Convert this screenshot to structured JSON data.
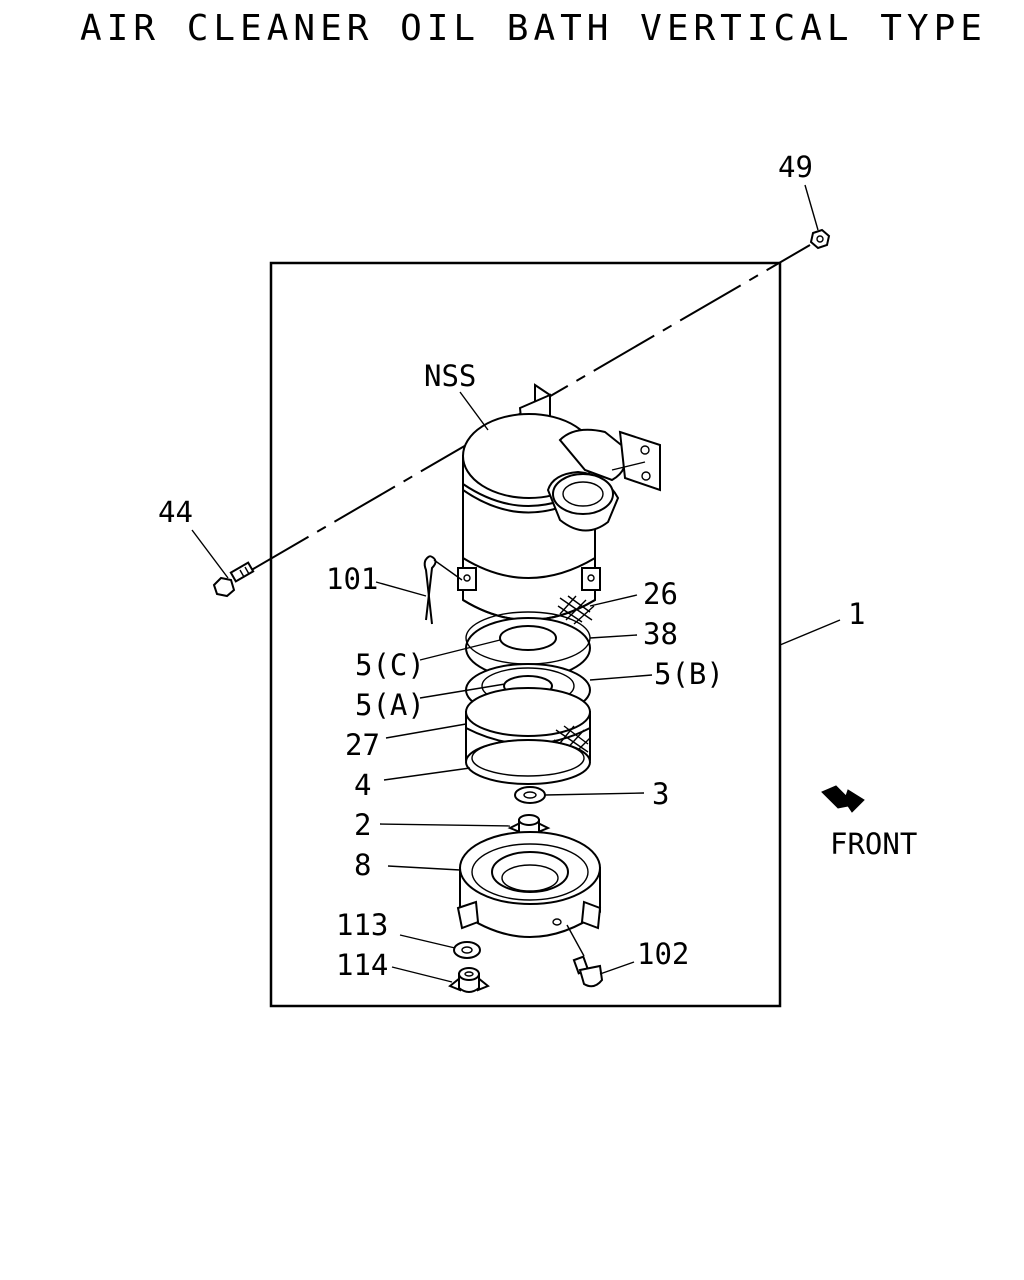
{
  "title": "AIR CLEANER OIL BATH VERTICAL TYPE",
  "direction_label": "FRONT",
  "callouts": {
    "c49": "49",
    "cNSS": "NSS",
    "c44": "44",
    "c101": "101",
    "c26": "26",
    "c38": "38",
    "c5c": "5(C)",
    "c5b": "5(B)",
    "c5a": "5(A)",
    "c27": "27",
    "c4": "4",
    "c3": "3",
    "c2": "2",
    "c8": "8",
    "c113": "113",
    "c114": "114",
    "c102": "102",
    "c1": "1"
  }
}
